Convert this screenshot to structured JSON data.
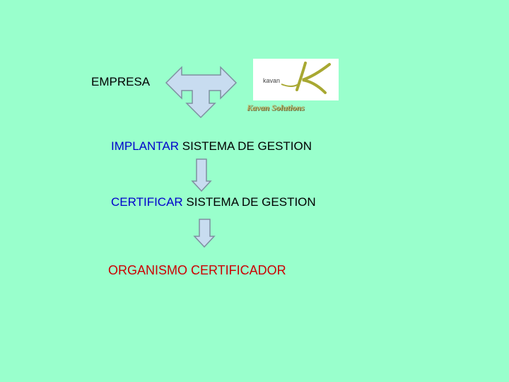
{
  "diagram": {
    "empresa": "EMPRESA",
    "step1": {
      "verb": "IMPLANTAR",
      "rest": " SISTEMA DE GESTION"
    },
    "step2": {
      "verb": "CERTIFICAR",
      "rest": " SISTEMA DE GESTION"
    },
    "final": "ORGANISMO CERTIFICADOR"
  },
  "logo": {
    "word": "kavan",
    "caption": "Kavan Solutions"
  },
  "colors": {
    "background": "#99ffcc",
    "verb": "#0000cc",
    "final": "#cc0000",
    "arrow_fill": "#c8dcf0",
    "arrow_stroke": "#7f8fa0",
    "logo_k": "#a8a832"
  }
}
